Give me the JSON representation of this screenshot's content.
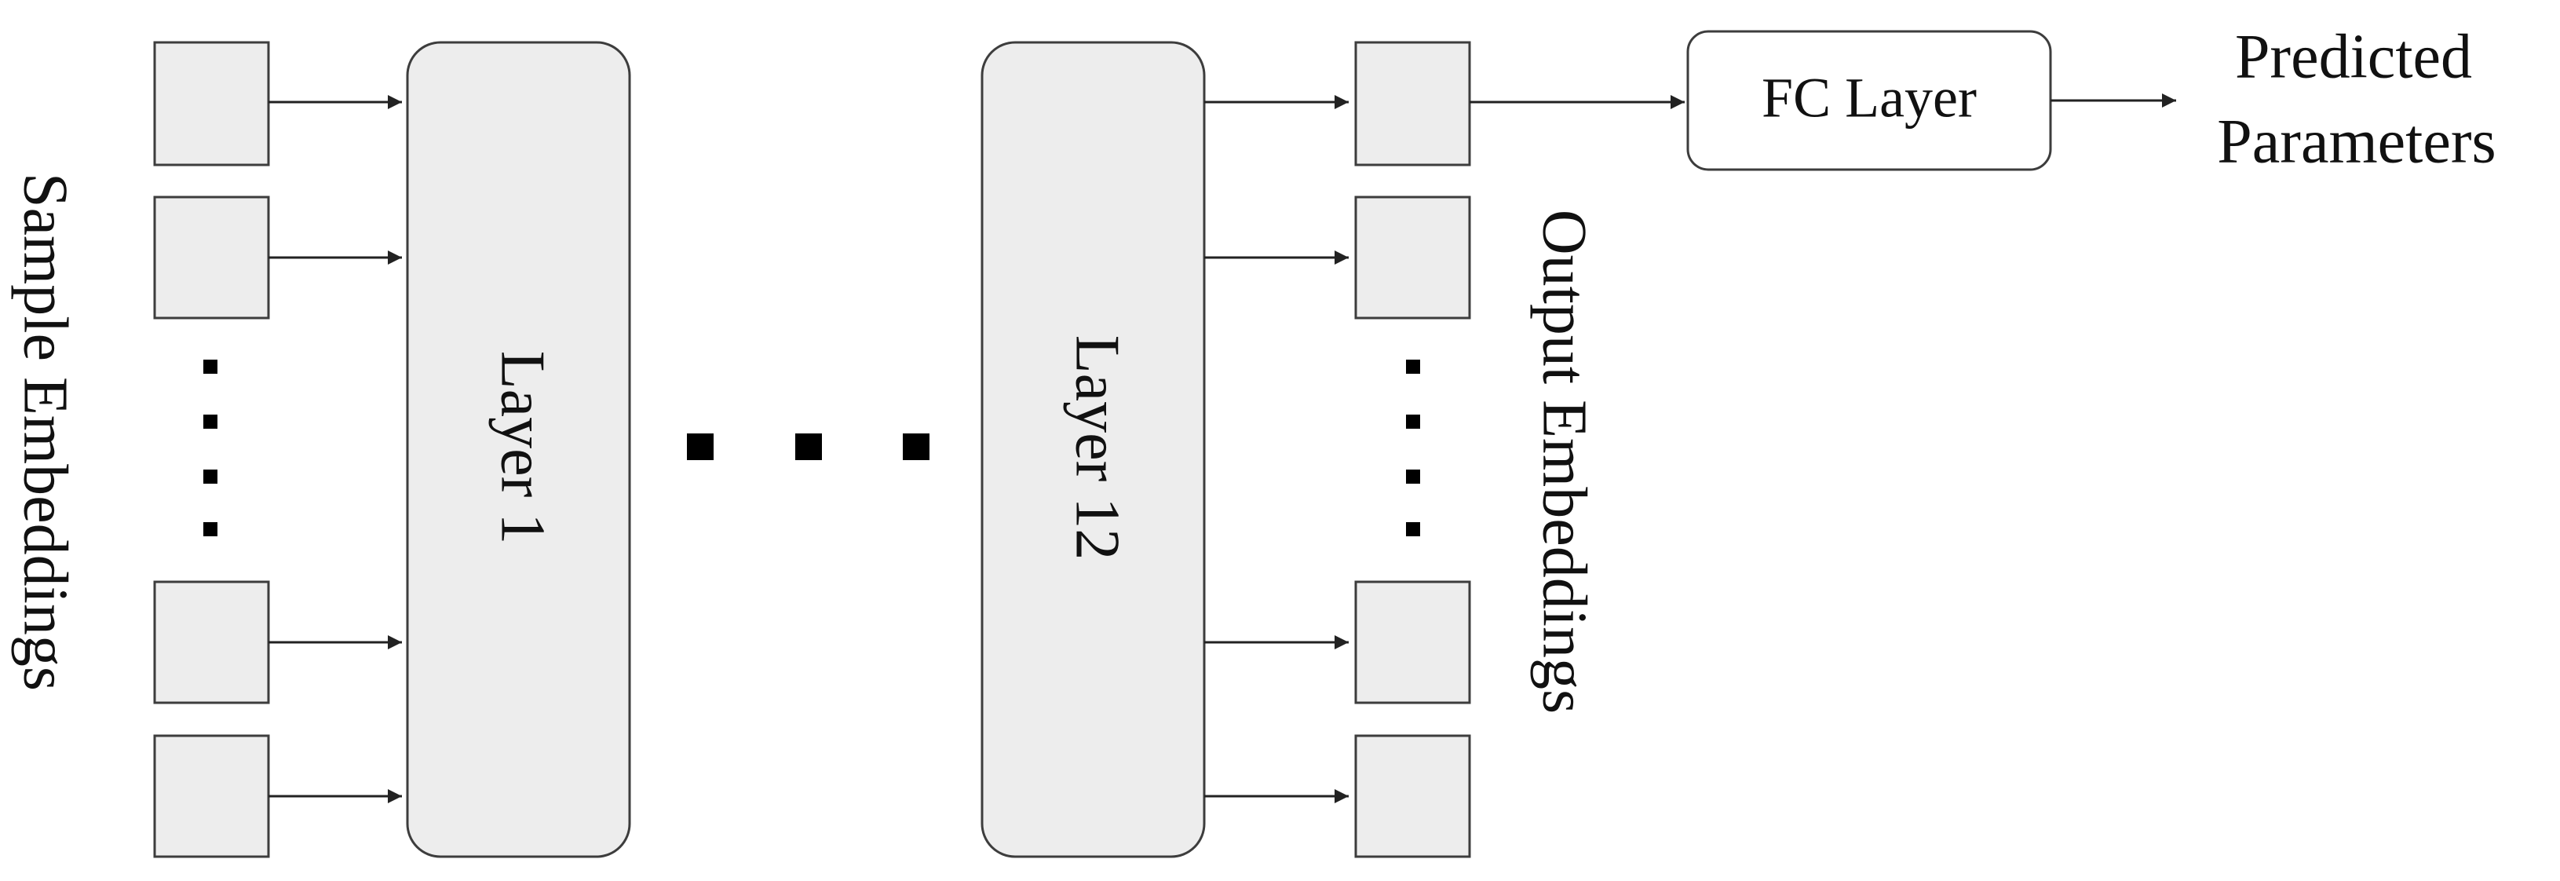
{
  "diagram": {
    "input_label": "Sample Embeddings",
    "first_layer_label": "Layer 1",
    "last_layer_label": "Layer 12",
    "output_label": "Output Embeddings",
    "fc_label": "FC Layer",
    "result_label_line1": "Predicted",
    "result_label_line2": "Parameters"
  }
}
